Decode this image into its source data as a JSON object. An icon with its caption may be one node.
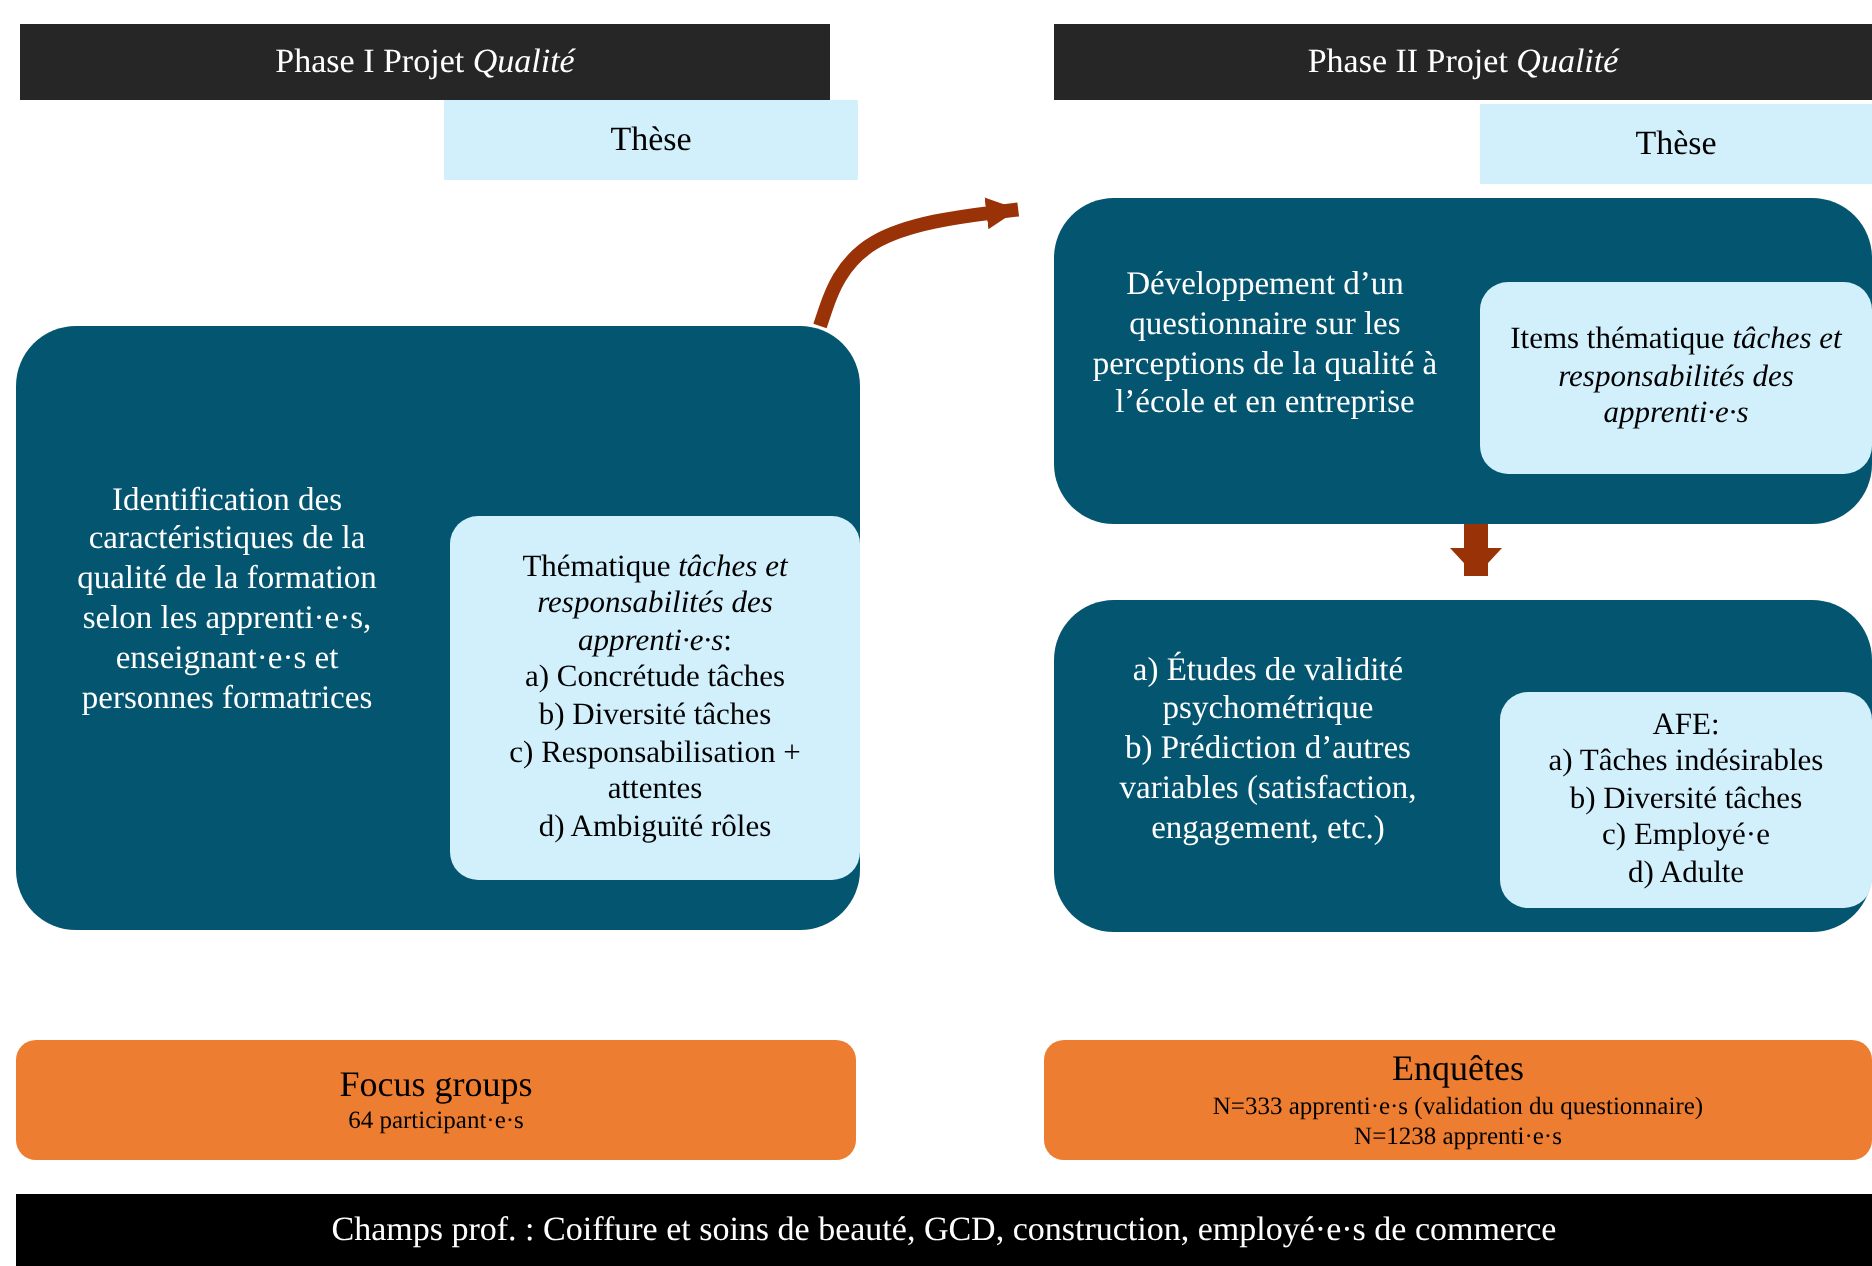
{
  "diagram": {
    "nodes": [
      {
        "text": [
          "Phase I Projet *Qualité*"
        ]
      },
      {
        "text": [
          "Thèse"
        ]
      },
      {
        "text": [
          "Identification des caractéristiques de la qualité de la formation selon les apprenti·e·s, enseignant·e·s et personnes formatrices"
        ]
      },
      {
        "text": [
          "Thématique *tâches et responsabilités des apprenti·e·s*:",
          "a) Concrétude tâches",
          "b) Diversité tâches",
          "c) Responsabilisation + attentes",
          "d) Ambiguïté rôles"
        ],
        "in": 2
      },
      {
        "text": [
          "Phase II Projet *Qualité*"
        ]
      },
      {
        "text": [
          "Thèse"
        ]
      },
      {
        "text": [
          "Développement d’un questionnaire sur les perceptions de la qualité à l’école et en entreprise"
        ]
      },
      {
        "text": [
          "Items thématique *tâches et responsabilités des apprenti·e·s*"
        ],
        "in": 6
      },
      {
        "text": [
          "a) Études de validité psychométrique",
          "b) Prédiction d’autres variables (satisfaction, engagement, etc.)"
        ]
      },
      {
        "text": [
          "AFE:",
          "a) Tâches indésirables",
          "b) Diversité tâches",
          "c) Employé·e",
          "d) Adulte"
        ],
        "in": 8
      },
      {
        "text": [
          "Focus groups",
          "64 participant·e·s"
        ]
      },
      {
        "text": [
          "Enquêtes",
          "N=333 apprenti·e·s (validation du questionnaire)",
          "N=1238 apprenti·e·s"
        ]
      },
      {
        "text": [
          "Champs prof. : Coiffure et soins de beauté, GCD, construction, employé·e·s de commerce"
        ]
      }
    ],
    "edges": [
      {
        "from": 2,
        "to": 6,
        "arrow": "to"
      },
      {
        "from": 6,
        "to": 8,
        "arrow": "to"
      }
    ]
  }
}
